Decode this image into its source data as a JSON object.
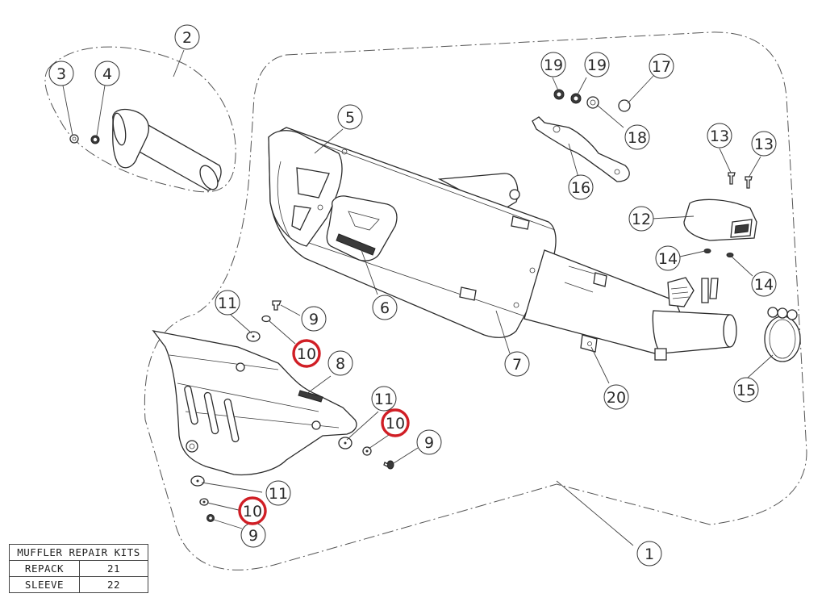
{
  "diagram": {
    "title": "Exploded parts diagram – exhaust muffler assembly",
    "highlight_color": "#d01e25",
    "line_color": "#333333",
    "callouts": [
      {
        "id": "c1",
        "label": "1",
        "highlighted": false,
        "part": "complete-assembly"
      },
      {
        "id": "c2",
        "label": "2",
        "highlighted": false,
        "part": "link-pipe-assembly"
      },
      {
        "id": "c3",
        "label": "3",
        "highlighted": false,
        "part": "nut"
      },
      {
        "id": "c4",
        "label": "4",
        "highlighted": false,
        "part": "washer"
      },
      {
        "id": "c5",
        "label": "5",
        "highlighted": false,
        "part": "end-cap"
      },
      {
        "id": "c6",
        "label": "6",
        "highlighted": false,
        "part": "logo-badge"
      },
      {
        "id": "c7",
        "label": "7",
        "highlighted": false,
        "part": "muffler-body"
      },
      {
        "id": "c8",
        "label": "8",
        "highlighted": false,
        "part": "heat-shield"
      },
      {
        "id": "c9a",
        "label": "9",
        "highlighted": false,
        "part": "screw"
      },
      {
        "id": "c9b",
        "label": "9",
        "highlighted": false,
        "part": "screw"
      },
      {
        "id": "c9c",
        "label": "9",
        "highlighted": false,
        "part": "screw"
      },
      {
        "id": "c10a",
        "label": "10",
        "highlighted": true,
        "part": "washer"
      },
      {
        "id": "c10b",
        "label": "10",
        "highlighted": true,
        "part": "washer"
      },
      {
        "id": "c10c",
        "label": "10",
        "highlighted": true,
        "part": "washer"
      },
      {
        "id": "c11a",
        "label": "11",
        "highlighted": false,
        "part": "spacer"
      },
      {
        "id": "c11b",
        "label": "11",
        "highlighted": false,
        "part": "spacer"
      },
      {
        "id": "c11c",
        "label": "11",
        "highlighted": false,
        "part": "spacer"
      },
      {
        "id": "c12",
        "label": "12",
        "highlighted": false,
        "part": "sensor-cover"
      },
      {
        "id": "c13a",
        "label": "13",
        "highlighted": false,
        "part": "screw"
      },
      {
        "id": "c13b",
        "label": "13",
        "highlighted": false,
        "part": "screw"
      },
      {
        "id": "c14a",
        "label": "14",
        "highlighted": false,
        "part": "washer"
      },
      {
        "id": "c14b",
        "label": "14",
        "highlighted": false,
        "part": "washer"
      },
      {
        "id": "c15",
        "label": "15",
        "highlighted": false,
        "part": "clamp"
      },
      {
        "id": "c16",
        "label": "16",
        "highlighted": false,
        "part": "bracket"
      },
      {
        "id": "c17",
        "label": "17",
        "highlighted": false,
        "part": "rubber-bush"
      },
      {
        "id": "c18",
        "label": "18",
        "highlighted": false,
        "part": "washer"
      },
      {
        "id": "c19a",
        "label": "19",
        "highlighted": false,
        "part": "nut"
      },
      {
        "id": "c19b",
        "label": "19",
        "highlighted": false,
        "part": "washer"
      },
      {
        "id": "c20",
        "label": "20",
        "highlighted": false,
        "part": "clip"
      }
    ]
  },
  "repair_kits": {
    "title": "MUFFLER REPAIR KITS",
    "rows": [
      {
        "name": "REPACK",
        "number": "21"
      },
      {
        "name": "SLEEVE",
        "number": "22"
      }
    ]
  }
}
